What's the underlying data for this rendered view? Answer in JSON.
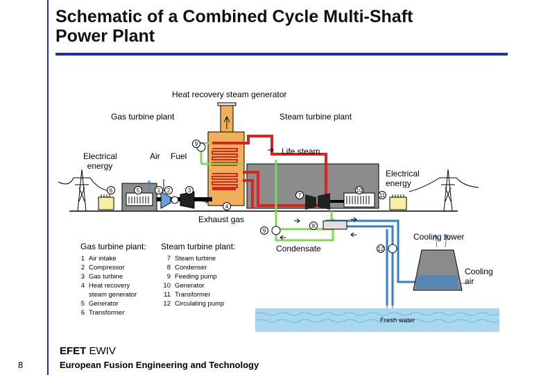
{
  "page_number": "8",
  "title_line1": "Schematic of a Combined Cycle Multi-Shaft",
  "title_line2": "Power Plant",
  "labels": {
    "hrsg": "Heat recovery steam generator",
    "gas_plant": "Gas turbine plant",
    "steam_plant": "Steam turbine plant",
    "elec_left_1": "Electrical",
    "elec_left_2": "energy",
    "air": "Air",
    "fuel": "Fuel",
    "life_steam": "Life steam",
    "elec_right_1": "Electrical",
    "elec_right_2": "energy",
    "exhaust": "Exhaust gas",
    "cooling_tower": "Cooling tower",
    "condensate": "Condensate",
    "cooling_air_1": "Cooling",
    "cooling_air_2": "air",
    "fresh_water": "Fresh water"
  },
  "markers": [
    "1",
    "2",
    "3",
    "4",
    "5",
    "6",
    "7",
    "8",
    "9",
    "10",
    "11",
    "12"
  ],
  "legend_gas": {
    "heading": "Gas turbine plant:",
    "items": [
      {
        "num": "1",
        "text": "Air intake"
      },
      {
        "num": "2",
        "text": "Compressor"
      },
      {
        "num": "3",
        "text": "Gas turbine"
      },
      {
        "num": "4",
        "text": "Heat recovery"
      },
      {
        "num": "",
        "text": "steam generator"
      },
      {
        "num": "5",
        "text": "Generator"
      },
      {
        "num": "6",
        "text": "Transformer"
      }
    ]
  },
  "legend_steam": {
    "heading": "Steam turbine plant:",
    "items": [
      {
        "num": "7",
        "text": "Steam turbine"
      },
      {
        "num": "8",
        "text": "Condenser"
      },
      {
        "num": "9",
        "text": "Feeding pump"
      },
      {
        "num": "10",
        "text": "Generator"
      },
      {
        "num": "11",
        "text": "Transformer"
      },
      {
        "num": "12",
        "text": "Circulating pump"
      }
    ]
  },
  "footer": {
    "brand_bold": "EFET",
    "brand_rest": " EWIV",
    "subtitle": "European Fusion Engineering and Technology"
  },
  "colors": {
    "accent": "#1f2fa0",
    "steam": "#d8231f",
    "condensate": "#7ed957",
    "cooling_water": "#2f7fd4",
    "exhaust": "#f0b05a",
    "building": "#8c8c8c"
  }
}
